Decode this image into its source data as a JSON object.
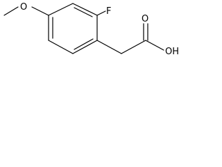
{
  "atoms": {
    "methoxy_oxygen": "O",
    "fluorine": "F",
    "carbonyl_oxygen": "O",
    "hydroxyl": "OH"
  }
}
